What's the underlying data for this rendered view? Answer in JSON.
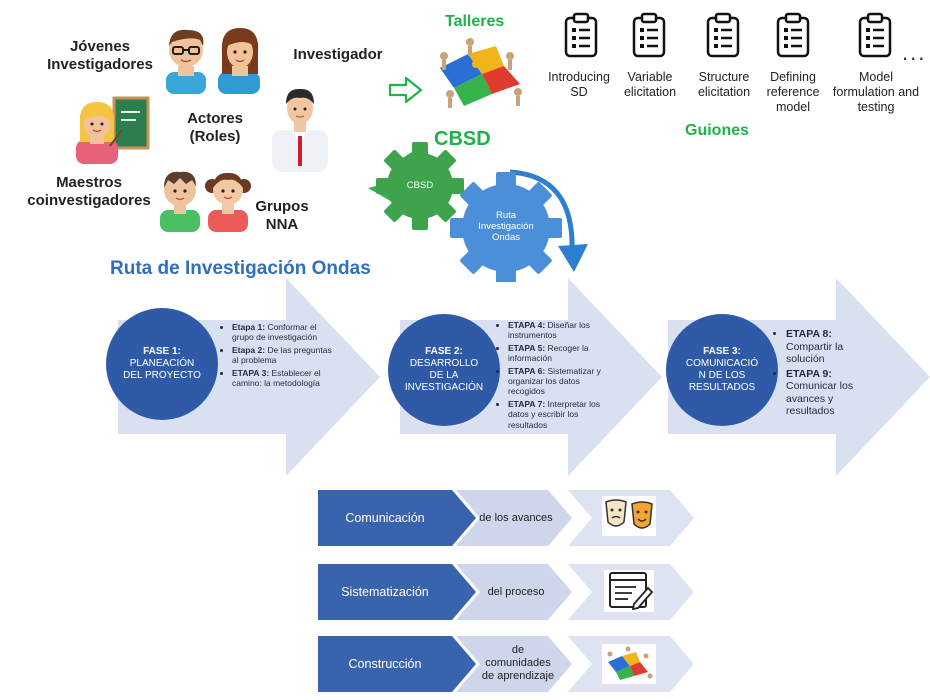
{
  "roles": {
    "jovenes": "Jóvenes\nInvestigadores",
    "investigador": "Investigador",
    "actores": "Actores\n(Roles)",
    "maestros": "Maestros\ncoinvestigadores",
    "grupos": "Grupos\nNNA"
  },
  "talleres": "Talleres",
  "guiones": {
    "title": "Guiones",
    "items": [
      "Introducing\nSD",
      "Variable\nelicitation",
      "Structure\nelicitation",
      "Defining\nreference\nmodel",
      "Model\nformulation and\ntesting"
    ],
    "more": "..."
  },
  "cbsd": {
    "title": "CBSD",
    "gear_small": "CBSD",
    "gear_big": "Ruta\nInvestigación\nOndas"
  },
  "ruta_title": "Ruta de Investigación Ondas",
  "fases": [
    {
      "title": "FASE 1:",
      "name": "PLANEACIÓN\nDEL PROYECTO",
      "etapas": [
        {
          "label": "Etapa 1:",
          "text": " Conformar el grupo de investigación"
        },
        {
          "label": "Etapa 2:",
          "text": " De las preguntas al problema"
        },
        {
          "label": "ETAPA 3:",
          "text": " Establecer el camino: la metodología"
        }
      ]
    },
    {
      "title": "FASE 2:",
      "name": "DESARROLLO\nDE LA\nINVESTIGACIÓN",
      "etapas": [
        {
          "label": "ETAPA 4:",
          "text": " Diseñar los instrumentos"
        },
        {
          "label": "ETAPA 5:",
          "text": " Recoger la información"
        },
        {
          "label": "ETAPA 6:",
          "text": " Sistematizar y organizar los datos recogidos"
        },
        {
          "label": "ETAPA 7:",
          "text": " Interpretar los datos y escribir los resultados"
        }
      ]
    },
    {
      "title": "FASE 3:",
      "name": "COMUNICACIÓ\nN DE LOS\nRESULTADOS",
      "etapas": [
        {
          "label": "ETAPA 8:",
          "text": " Compartir la solución"
        },
        {
          "label": "ETAPA 9:",
          "text": " Comunicar los avances y resultados"
        }
      ]
    }
  ],
  "rows": [
    {
      "label": "Comunicación",
      "sub": "de los avances",
      "icon": "theater-masks-icon"
    },
    {
      "label": "Sistematización",
      "sub": "del proceso",
      "icon": "document-edit-icon"
    },
    {
      "label": "Construcción",
      "sub": "de\ncomunidades\nde aprendizaje",
      "icon": "puzzle-people-icon"
    }
  ],
  "colors": {
    "green": "#21b14b",
    "blue": "#2f6fc0",
    "dark_blue": "#2e5aa8",
    "arrow_light": "#d9e0ef",
    "row_dark": "#3a63ad",
    "row_light": "#cdd6ea"
  }
}
